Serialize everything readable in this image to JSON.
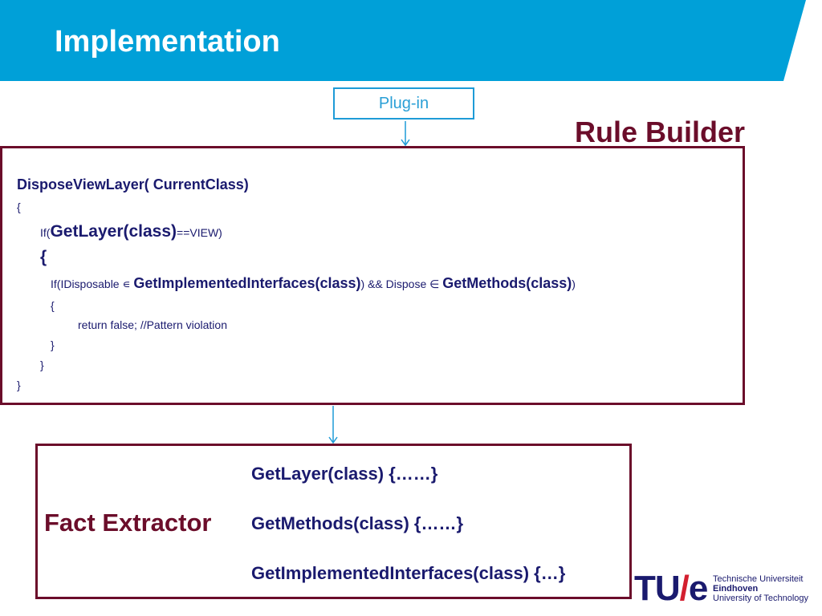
{
  "header": {
    "title": "Implementation",
    "banner_color": "#00a0d8"
  },
  "plugin": {
    "label": "Plug-in"
  },
  "rule_builder": {
    "title": "Rule Builder",
    "code": {
      "l1": "DisposeViewLayer( CurrentClass)",
      "l2": "{",
      "l3_pre": "If(",
      "l3_call": "GetLayer(class)",
      "l3_post": "==VIEW)",
      "l4": "{",
      "l5_a": "If(IDisposable ∊ ",
      "l5_b": "GetImplementedInterfaces(class",
      "l5_c": ")",
      "l5_d": ") && Dispose ∈  ",
      "l5_e": "GetMethods(class",
      "l5_f": ")",
      "l5_g": ")",
      "l6": "{",
      "l7": "return false; //Pattern violation",
      "l8": "}",
      "l9": "}",
      "l10": "}"
    }
  },
  "fact_extractor": {
    "title": "Fact Extractor",
    "functions": [
      "GetLayer(class) {……}",
      "GetMethods(class) {……}",
      "GetImplementedInterfaces(class) {…}"
    ]
  },
  "logo": {
    "mark_a": "TU",
    "mark_slash": "/",
    "mark_b": "e",
    "line1": "Technische Universiteit",
    "line2": "Eindhoven",
    "line3": "University of Technology"
  },
  "colors": {
    "accent_blue": "#1e9bd7",
    "maroon": "#6b0d2a",
    "navy": "#1a1a6e"
  }
}
